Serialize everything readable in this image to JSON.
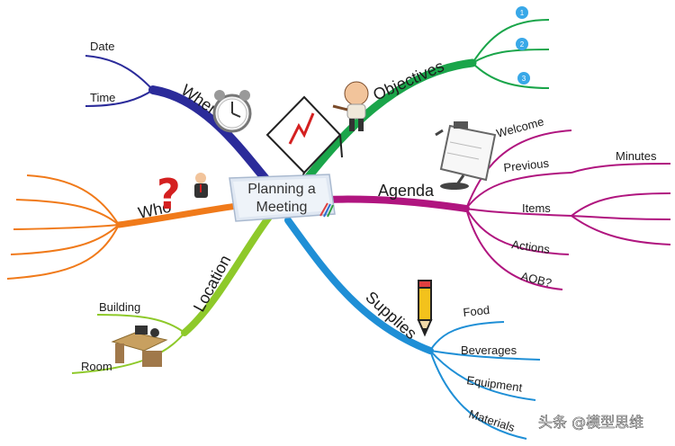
{
  "center": {
    "line1": "Planning a",
    "line2": "Meeting"
  },
  "branches": {
    "when": {
      "label": "When",
      "color": "#2b2b9a",
      "children": [
        "Date",
        "Time"
      ]
    },
    "objectives": {
      "label": "Objectives",
      "color": "#1aa54a",
      "children": [
        "1",
        "2",
        "3"
      ]
    },
    "agenda": {
      "label": "Agenda",
      "color": "#b0157f",
      "children": [
        "Welcome",
        "Previous",
        "Items",
        "Actions",
        "AOB?"
      ],
      "previous_child": "Minutes"
    },
    "who": {
      "label": "Who",
      "color": "#f07a1a"
    },
    "location": {
      "label": "Location",
      "color": "#8ec92a",
      "children": [
        "Building",
        "Room"
      ]
    },
    "supplies": {
      "label": "Supplies",
      "color": "#1f8fd6",
      "children": [
        "Food",
        "Beverages",
        "Equipment",
        "Materials"
      ]
    }
  },
  "watermark": "头条 @模型思维"
}
